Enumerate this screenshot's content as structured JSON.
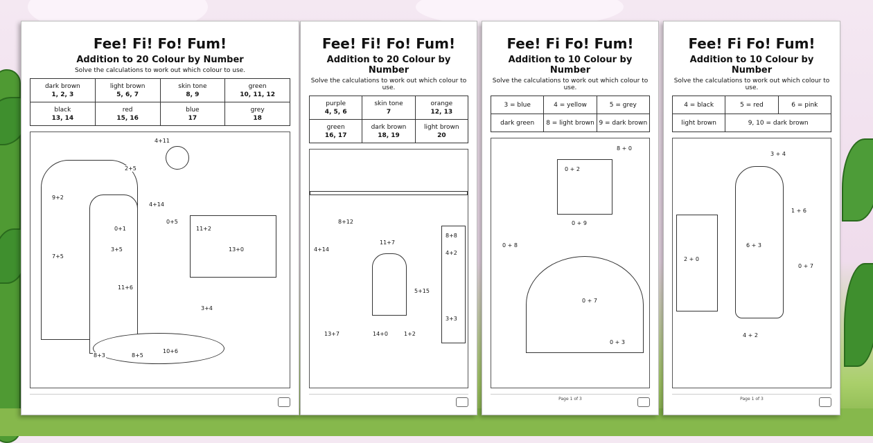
{
  "sheets": [
    {
      "title": "Fee! Fi! Fo! Fum!",
      "subtitle": "Addition to 20 Colour by Number",
      "instructions": "Solve the calculations to work out which colour to use.",
      "key": [
        [
          "dark brown",
          "1, 2, 3"
        ],
        [
          "light brown",
          "5, 6, 7"
        ],
        [
          "skin tone",
          "8, 9"
        ],
        [
          "green",
          "10, 11, 12"
        ],
        [
          "black",
          "13, 14"
        ],
        [
          "red",
          "15, 16"
        ],
        [
          "blue",
          "17"
        ],
        [
          "grey",
          "18"
        ]
      ],
      "calcs": [
        "4+11",
        "2+5",
        "9+2",
        "4+14",
        "0+1",
        "0+5",
        "11+2",
        "13+0",
        "7+5",
        "3+4",
        "11+6",
        "10+6",
        "8+3",
        "8+5",
        "3+5"
      ]
    },
    {
      "title": "Fee! Fi! Fo! Fum!",
      "subtitle": "Addition to 20 Colour by Number",
      "instructions": "Solve the calculations to work out which colour to use.",
      "key": [
        [
          "purple",
          "4, 5, 6"
        ],
        [
          "skin tone",
          "7"
        ],
        [
          "orange",
          "12, 13"
        ],
        [
          "green",
          "16, 17"
        ],
        [
          "dark brown",
          "18, 19"
        ],
        [
          "light brown",
          "20"
        ]
      ],
      "calcs": [
        "8+12",
        "4+14",
        "11+7",
        "5+15",
        "8+8",
        "4+2",
        "3+3",
        "14+0",
        "1+2",
        "13+7"
      ]
    },
    {
      "title": "Fee! Fi Fo! Fum!",
      "subtitle": "Addition to 10 Colour by Number",
      "instructions": "Solve the calculations to work out which colour to use.",
      "key": [
        "3 = blue",
        "4 = yellow",
        "5 = grey",
        "dark green",
        "8 = light brown",
        "9 = dark brown"
      ],
      "calcs": [
        "8 + 0",
        "0 + 2",
        "0 + 9",
        "0 + 8",
        "0 + 7",
        "0 + 3"
      ],
      "page": "Page 1 of 3"
    },
    {
      "title": "Fee! Fi Fo! Fum!",
      "subtitle": "Addition to 10 Colour by Number",
      "instructions": "Solve the calculations to work out which colour to use.",
      "key": [
        "4 = black",
        "5 = red",
        "6 = pink",
        "light brown",
        "9, 10 = dark brown"
      ],
      "calcs": [
        "3 + 4",
        "1 + 6",
        "2 + 0",
        "6 + 3",
        "0 + 7",
        "4 + 2"
      ],
      "page": "Page 1 of 3"
    }
  ]
}
